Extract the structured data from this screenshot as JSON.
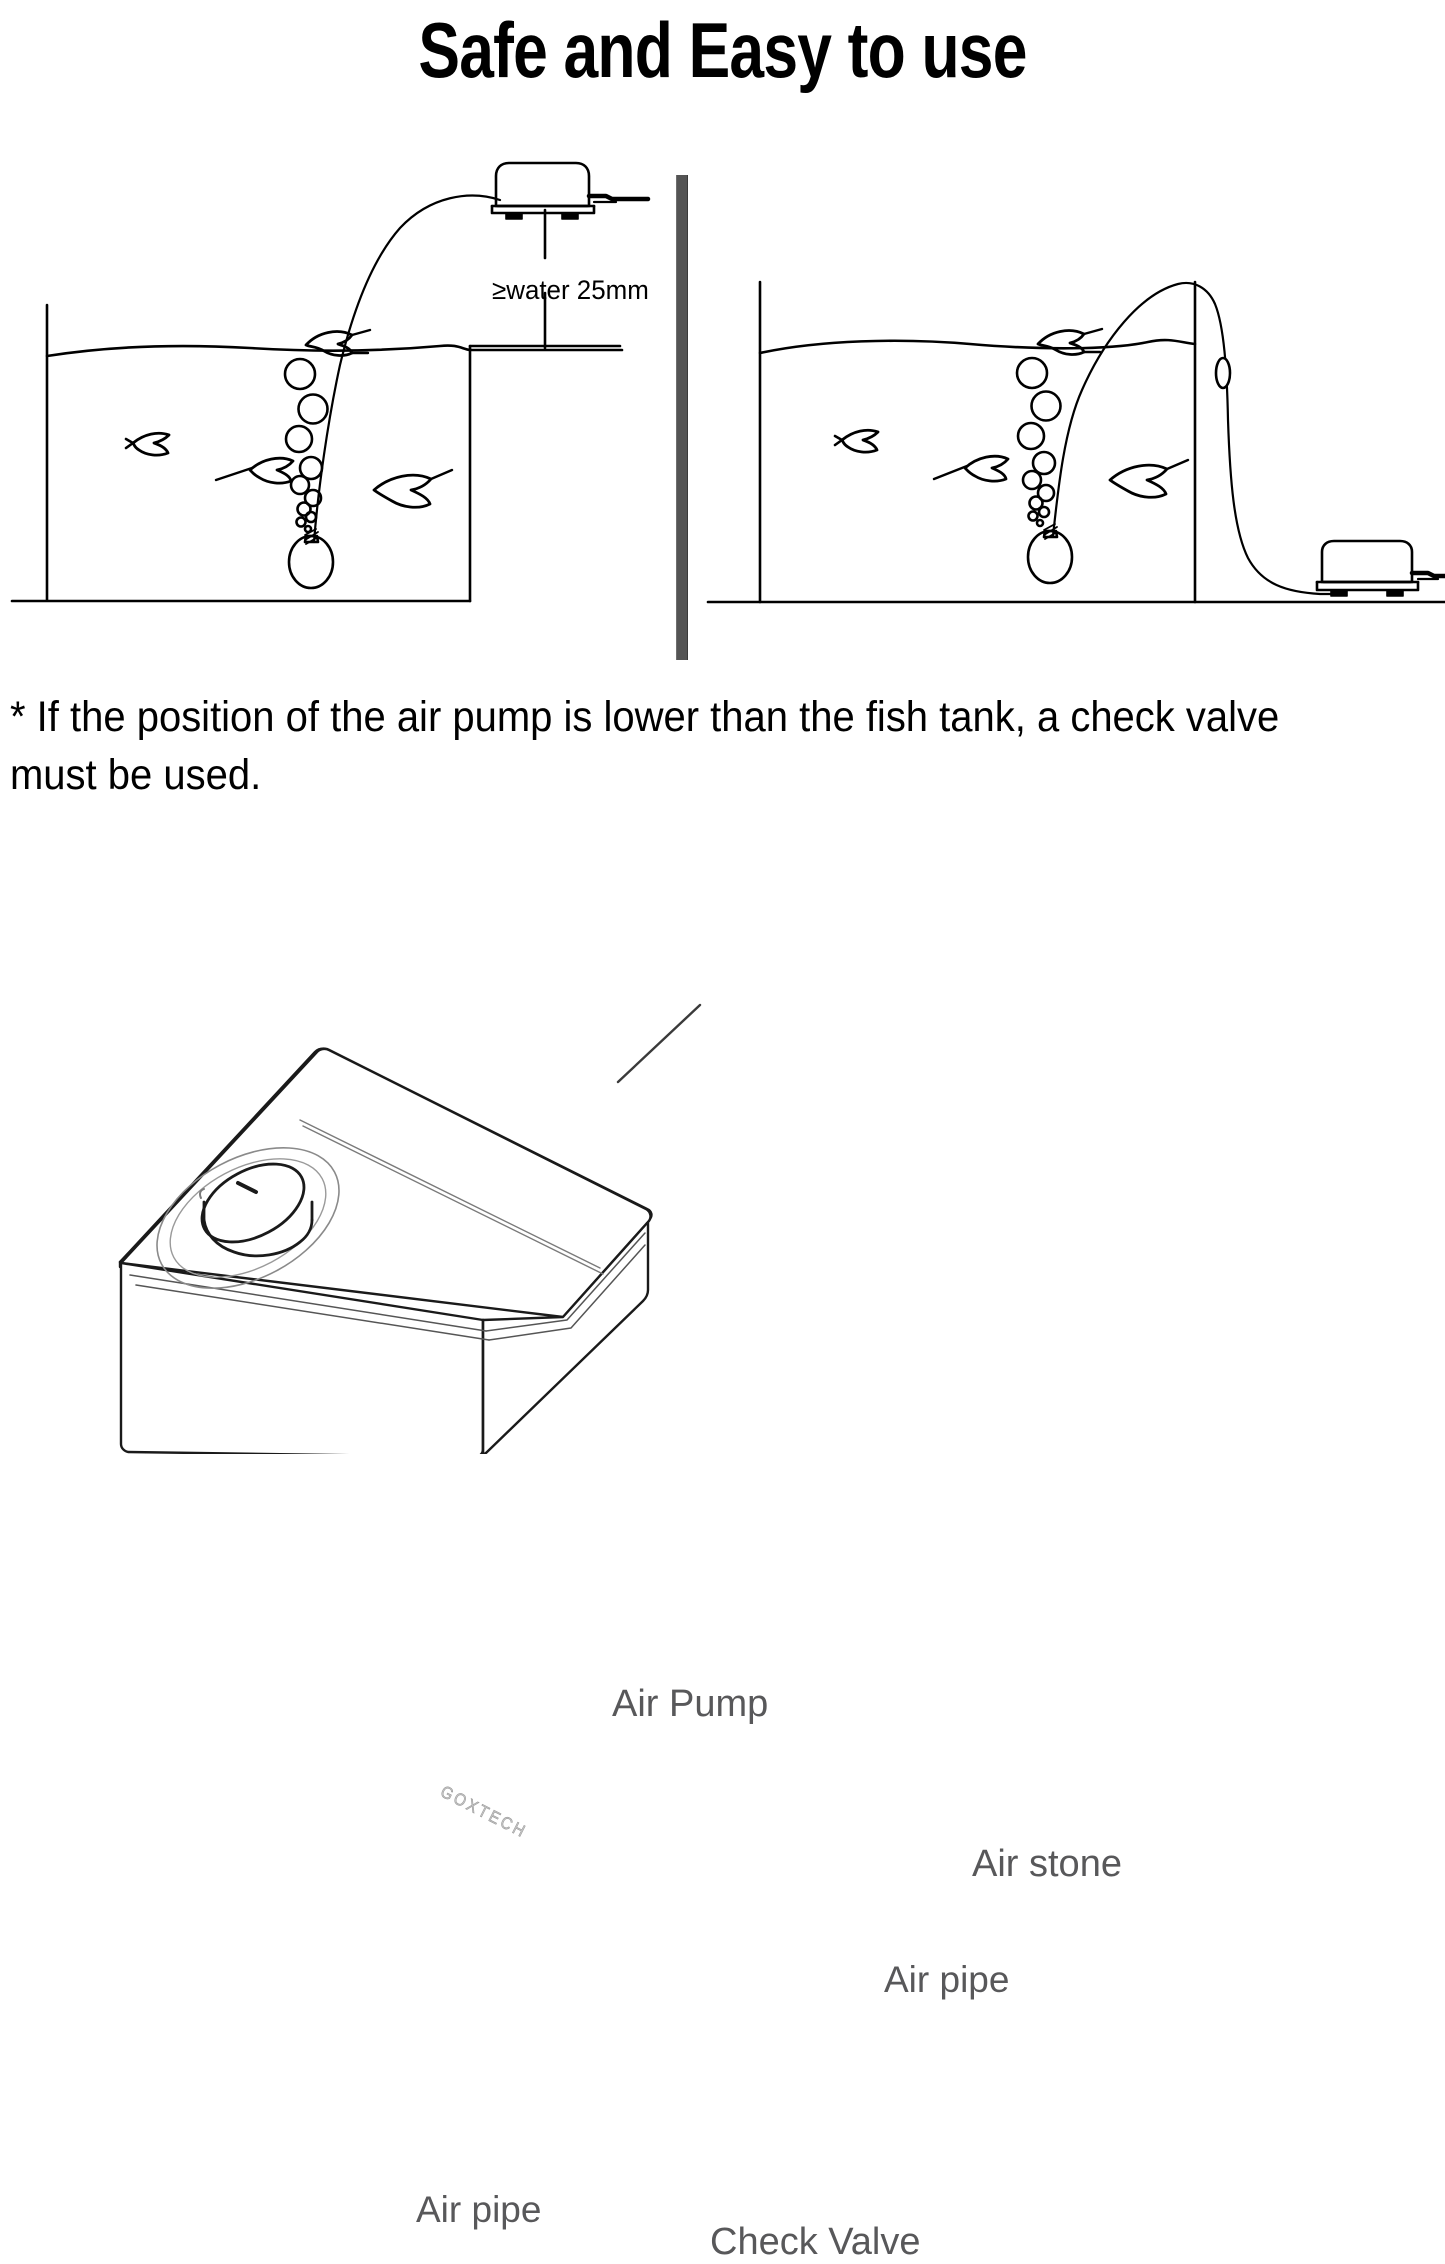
{
  "title": "Safe and Easy to use",
  "diagrams": {
    "left": {
      "dimension_label": "≥water 25mm",
      "name": "pump-above-tank-diagram"
    },
    "right": {
      "name": "pump-below-tank-diagram"
    }
  },
  "caption": "* If the position of the air pump is lower than the fish tank, a check valve must be used.",
  "product": {
    "brand": "GOXTECH",
    "labels": {
      "air_pump": "Air Pump",
      "air_stone": "Air stone",
      "air_pipe_upper": "Air pipe",
      "air_pipe_lower": "Air pipe",
      "check_valve": "Check Valve"
    }
  },
  "colors": {
    "ink": "#000000",
    "label_gray": "#58585a",
    "divider": "#545454",
    "background": "#ffffff"
  }
}
